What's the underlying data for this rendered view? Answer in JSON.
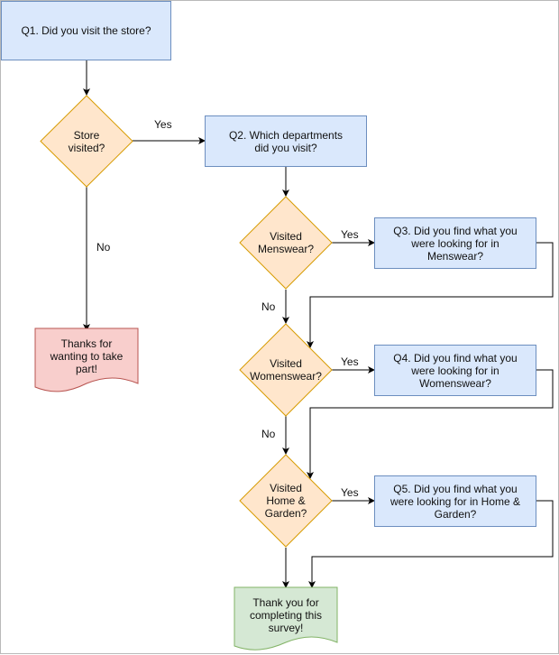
{
  "diagram": {
    "nodes": {
      "q1": "Q1. Did you visit the store?",
      "store_visited": "Store visited?",
      "q2": "Q2. Which departments did you visit?",
      "visited_menswear": "Visited Menswear?",
      "q3": "Q3. Did you find what you were looking for in Menswear?",
      "visited_womenswear": "Visited Womenswear?",
      "q4": "Q4. Did you find what you were looking for in Womenswear?",
      "visited_home_garden": "Visited Home & Garden?",
      "q5": "Q5. Did you find what you were looking for in Home & Garden?",
      "thanks_take_part": "Thanks for wanting to take part!",
      "thanks_complete": "Thank you for completing this survey!"
    },
    "edge_labels": {
      "store_yes": "Yes",
      "store_no": "No",
      "menswear_yes": "Yes",
      "menswear_no": "No",
      "womenswear_yes": "Yes",
      "womenswear_no": "No",
      "home_garden_yes": "Yes"
    },
    "colors": {
      "process_fill": "#dae8fc",
      "process_stroke": "#6c8ebf",
      "decision_fill": "#ffe6cc",
      "decision_stroke": "#d79b00",
      "end_negative_fill": "#f8cecc",
      "end_negative_stroke": "#b85450",
      "end_positive_fill": "#d5e8d4",
      "end_positive_stroke": "#82b366",
      "edge": "#000000"
    }
  }
}
